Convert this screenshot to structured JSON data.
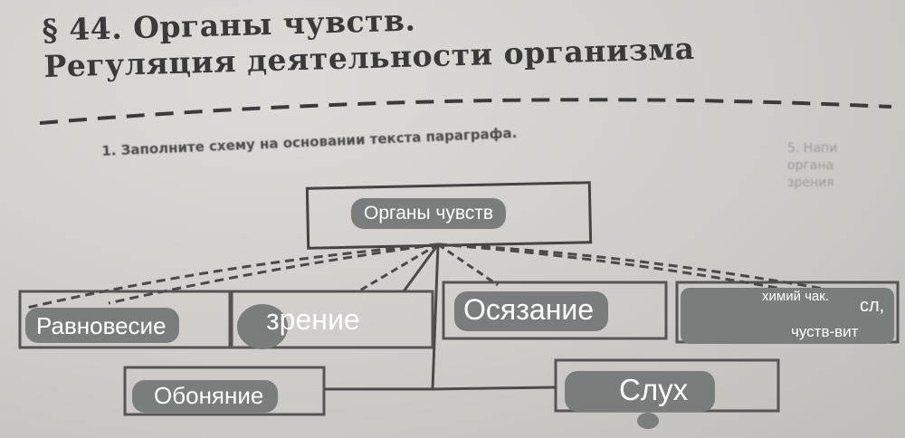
{
  "page": {
    "heading_line1": "§ 44. Органы чувств.",
    "heading_line2": "Регуляция деятельности организма",
    "task": "1. Заполните схему на основании текста параграфа.",
    "side_text": [
      "5. Напи",
      "органа",
      "зрения"
    ]
  },
  "diagram": {
    "root": "Органы чувств",
    "nodes": {
      "balance": "Равновесие",
      "vision": "зрение",
      "touch": "Осязание",
      "taste_line1": "химий чак.",
      "taste_suffix": "сл,",
      "taste_line2": "чуств-вит",
      "smell": "Обоняние",
      "hearing": "Слух"
    }
  },
  "colors": {
    "paper": "#cfcdcb",
    "print": "#3a3a3a",
    "label_fill": "#7b7c7c",
    "label_text": "#ffffff"
  }
}
